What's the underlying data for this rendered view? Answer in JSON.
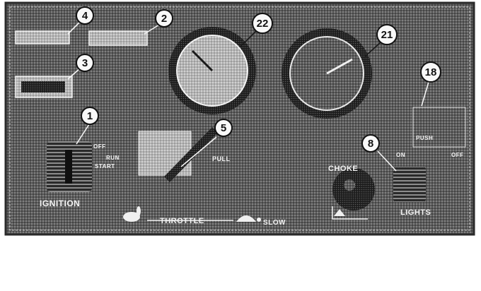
{
  "panel": {
    "labels": {
      "ignition": "IGNITION",
      "choke": "CHOKE",
      "throttle": "THROTTLE",
      "slow": "SLOW",
      "lights": "LIGHTS",
      "off": "OFF",
      "on": "ON",
      "start": "START",
      "run": "RUN",
      "pull": "PULL",
      "push": "PUSH"
    },
    "callouts": [
      "4",
      "2",
      "3",
      "1",
      "5",
      "22",
      "21",
      "18",
      "8"
    ]
  }
}
